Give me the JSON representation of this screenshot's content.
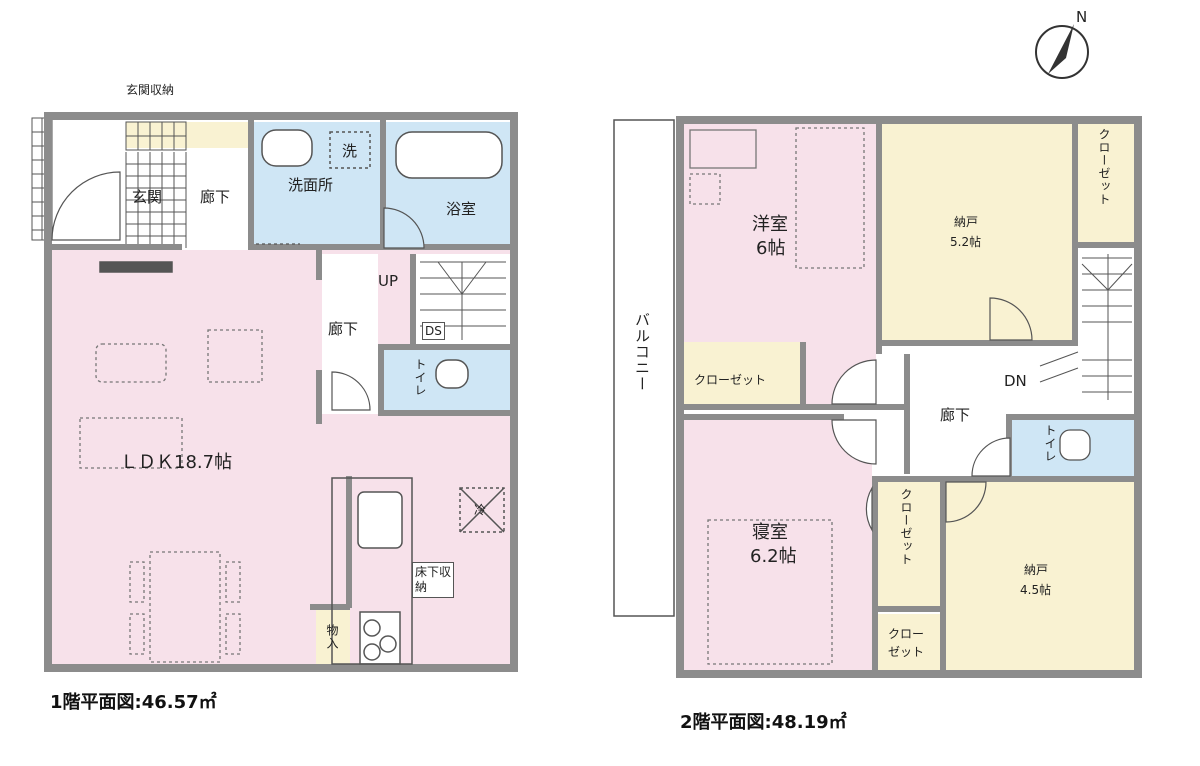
{
  "colors": {
    "wall": "#8c8c8c",
    "ldk": "#f7e1ea",
    "bath": "#cfe6f5",
    "storage": "#f9f2d2",
    "hall": "#ffffff",
    "furniture": "#777777"
  },
  "compass": {
    "north_label": "N"
  },
  "floor1": {
    "caption": "1階平面図:46.57㎡",
    "rooms": {
      "genkan_storage": "玄関収納",
      "genkan": "玄関",
      "hall_a": "廊下",
      "washroom": "洗面所",
      "washer": "洗",
      "bath": "浴室",
      "up": "UP",
      "hall_b": "廊下",
      "ds": "DS",
      "toilet": "トイレ",
      "ldk": "ＬＤＫ18.7帖",
      "fridge": "冷",
      "underfloor": "床下収納",
      "storage": "物入"
    }
  },
  "floor2": {
    "caption": "2階平面図:48.19㎡",
    "rooms": {
      "balcony": "バルコニー",
      "western_name": "洋室",
      "western_size": "6帖",
      "closet_a": "クローゼット",
      "nando_a_name": "納戸",
      "nando_a_size": "5.2帖",
      "closet_b": "クローゼット",
      "dn": "DN",
      "hall": "廊下",
      "toilet": "トイレ",
      "bedroom_name": "寝室",
      "bedroom_size": "6.2帖",
      "closet_c": "クローゼット",
      "closet_d_1": "クロー",
      "closet_d_2": "ゼット",
      "nando_b_name": "納戸",
      "nando_b_size": "4.5帖"
    }
  }
}
